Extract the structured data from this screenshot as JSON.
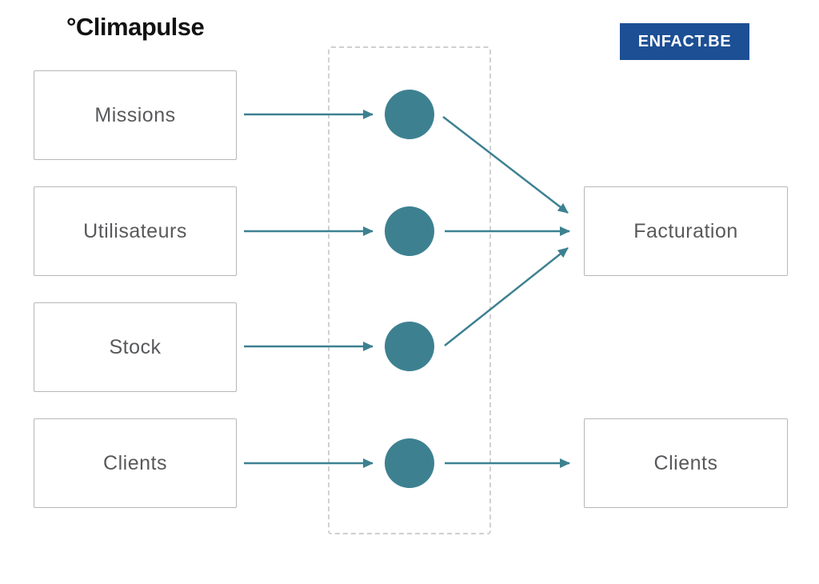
{
  "header": {
    "logo_text": "°Climapulse",
    "badge_text": "ENFACT.BE"
  },
  "colors": {
    "accent_teal": "#3d8191",
    "badge_blue": "#1d4f94",
    "box_border_gray": "#b7b7b7",
    "label_gray": "#58595b",
    "dashed_zone_gray": "#d0d0d0"
  },
  "diagram": {
    "sources": [
      {
        "label": "Missions"
      },
      {
        "label": "Utilisateurs"
      },
      {
        "label": "Stock"
      },
      {
        "label": "Clients"
      }
    ],
    "targets": [
      {
        "label": "Facturation"
      },
      {
        "label": "Clients"
      }
    ],
    "sync_nodes": [
      "sync-node-missions",
      "sync-node-utilisateurs",
      "sync-node-stock",
      "sync-node-clients"
    ],
    "flows": [
      "Missions -> node -> Facturation",
      "Utilisateurs -> node -> Facturation",
      "Stock -> node -> Facturation",
      "Clients -> node -> Clients"
    ]
  }
}
